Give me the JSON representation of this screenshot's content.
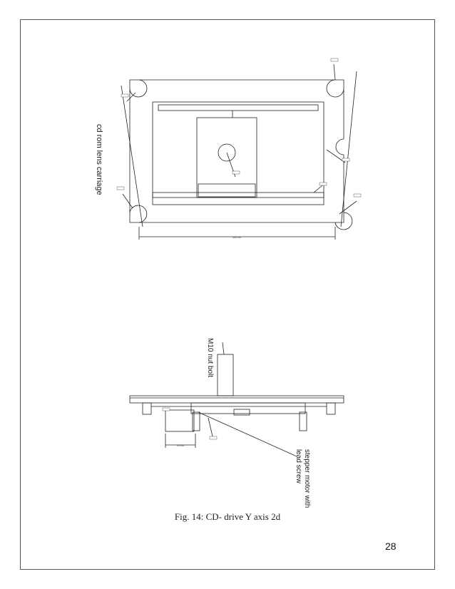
{
  "figure": {
    "caption": "Fig. 14: CD- drive Y axis 2d",
    "page_number": "28",
    "top_view": {
      "side_label": "cd rom lens carriage",
      "width_dimension": "140.00"
    },
    "side_view": {
      "bolt_label": "M10 nut bolt",
      "motor_label_line1": "stepper motor with",
      "motor_label_line2": "lead screw",
      "small_dimension": "20.00"
    }
  }
}
